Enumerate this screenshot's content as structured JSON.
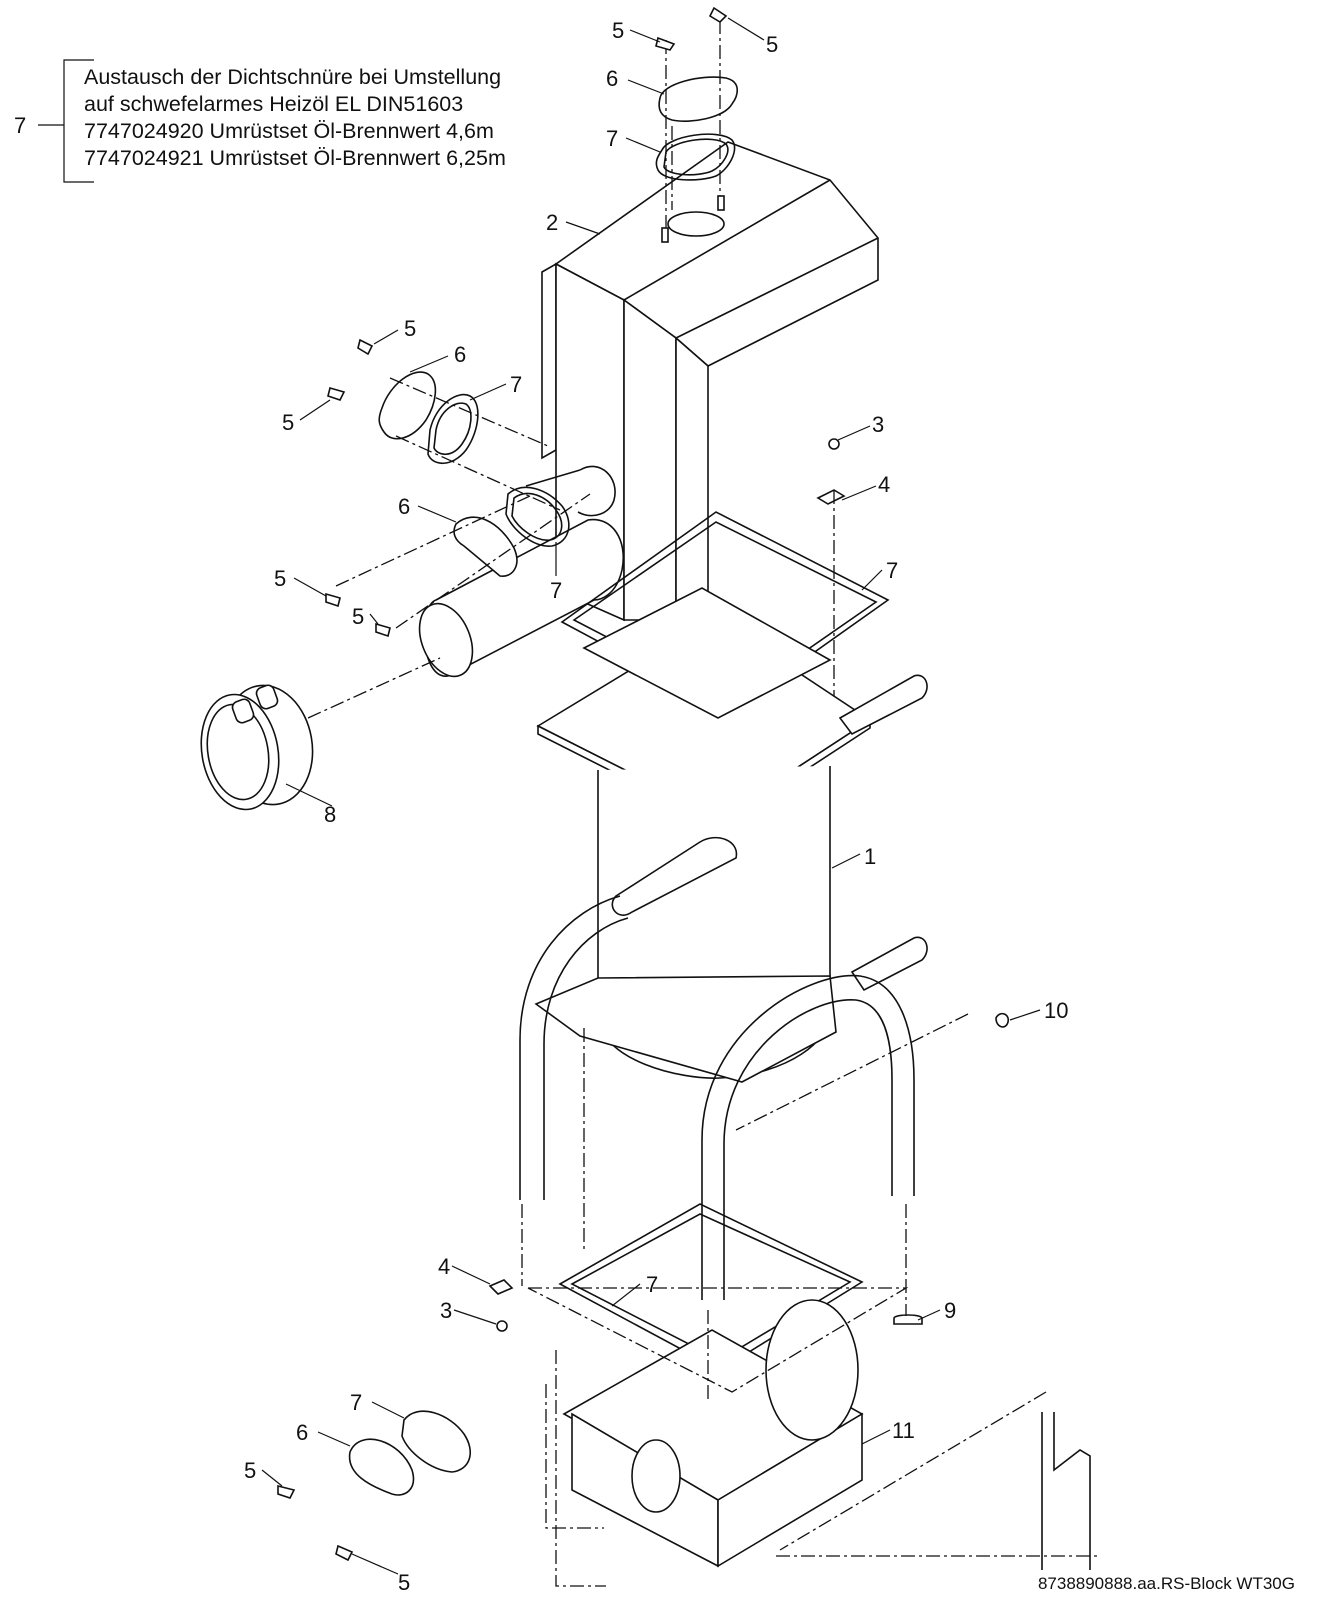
{
  "note": {
    "item_number": "7",
    "lines": [
      "Austausch der Dichtschnüre bei Umstellung",
      "auf schwefelarmes Heizöl EL DIN51603",
      "7747024920 Umrüstset Öl-Brennwert 4,6m",
      "7747024921 Umrüstset Öl-Brennwert 6,25m"
    ]
  },
  "callouts": {
    "c1": "1",
    "c2": "2",
    "c3a": "3",
    "c3b": "3",
    "c4a": "4",
    "c4b": "4",
    "c5a": "5",
    "c5b": "5",
    "c5c": "5",
    "c5d": "5",
    "c5e": "5",
    "c5f": "5",
    "c5g": "5",
    "c5h": "5",
    "c6a": "6",
    "c6b": "6",
    "c6c": "6",
    "c6d": "6",
    "c7a": "7",
    "c7b": "7",
    "c7c": "7",
    "c7d": "7",
    "c7e": "7",
    "c7f": "7",
    "c8": "8",
    "c9": "9",
    "c10": "10",
    "c11": "11"
  },
  "footer": "8738890888.aa.RS-Block WT30G"
}
